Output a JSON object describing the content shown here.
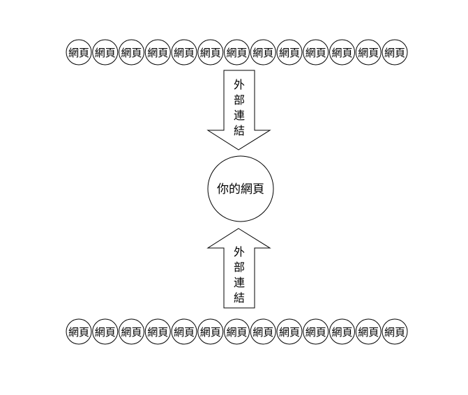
{
  "top_row": {
    "pages": [
      "網頁",
      "網頁",
      "網頁",
      "網頁",
      "網頁",
      "網頁",
      "網頁",
      "網頁",
      "網頁",
      "網頁",
      "網頁",
      "網頁",
      "網頁"
    ]
  },
  "bottom_row": {
    "pages": [
      "網頁",
      "網頁",
      "網頁",
      "網頁",
      "網頁",
      "網頁",
      "網頁",
      "網頁",
      "網頁",
      "網頁",
      "網頁",
      "網頁",
      "網頁"
    ]
  },
  "center": {
    "label": "你的網頁"
  },
  "top_arrow": {
    "label": [
      "外",
      "部",
      "連",
      "結"
    ]
  },
  "bottom_arrow": {
    "label": [
      "外",
      "部",
      "連",
      "結"
    ]
  }
}
